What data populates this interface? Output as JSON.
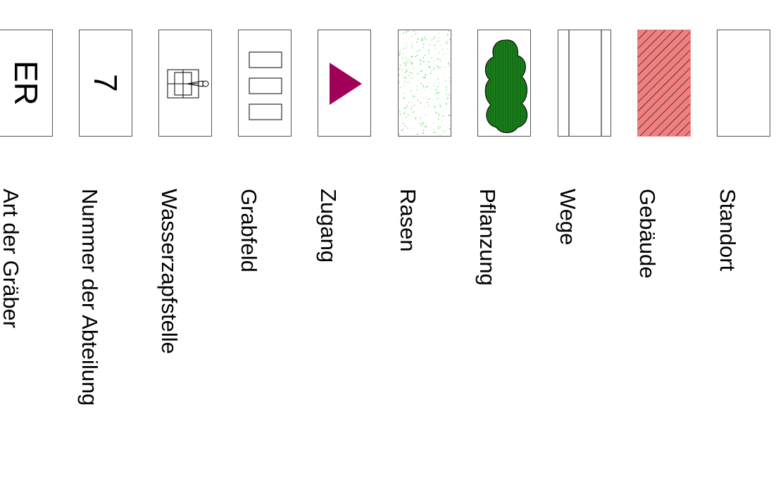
{
  "legend": {
    "items": [
      {
        "key": "art",
        "symbol_text": "ER",
        "label": "Art der Gräber"
      },
      {
        "key": "nummer",
        "symbol_text": "7",
        "label": "Nummer der Abteilung"
      },
      {
        "key": "wasser",
        "label": "Wasserzapfstelle",
        "icon": "water-tap-icon"
      },
      {
        "key": "grabfeld",
        "label": "Grabfeld",
        "icon": "grave-field-icon"
      },
      {
        "key": "zugang",
        "label": "Zugang",
        "icon": "access-triangle-icon",
        "color": "#A0005A"
      },
      {
        "key": "rasen",
        "label": "Rasen",
        "icon": "lawn-pattern-icon",
        "color": "#5BE05B"
      },
      {
        "key": "pflanzung",
        "label": "Pflanzung",
        "icon": "planting-bush-icon",
        "color": "#1E8A1E"
      },
      {
        "key": "wege",
        "label": "Wege",
        "icon": "path-lines-icon"
      },
      {
        "key": "gebaeude",
        "label": "Gebäude",
        "icon": "building-hatch-icon",
        "color": "#F08080"
      },
      {
        "key": "standort",
        "label": "Standort",
        "icon": "location-blank-icon"
      }
    ]
  }
}
